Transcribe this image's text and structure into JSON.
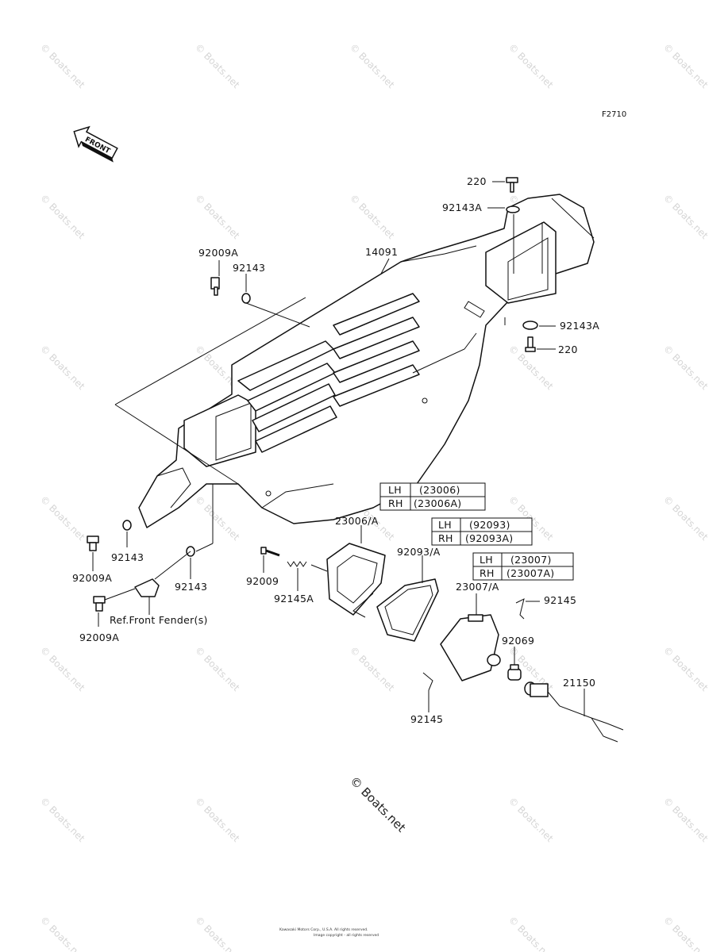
{
  "diagram": {
    "ref_code": "F2710",
    "front_arrow_text": "FRONT",
    "watermark_text": "© Boats.net",
    "center_watermark_text": "© Boats.net",
    "copyright_line1": "Kawasaki Motors Corp., U.S.A. All rights reserved.",
    "copyright_line2": "Image copyright - all rights reserved"
  },
  "callouts": {
    "p220_top": "220",
    "p92143A_top": "92143A",
    "p92009A_top": "92009A",
    "p92143_top": "92143",
    "p14091": "14091",
    "p92143A_bottom": "92143A",
    "p220_bottom": "220",
    "p92143_left": "92143",
    "p92009A_left": "92009A",
    "p92143_mid": "92143",
    "p92009A_bottom": "92009A",
    "p92009": "92009",
    "p92145A": "92145A",
    "p23006A": "23006/A",
    "p92093A": "92093/A",
    "p23007A": "23007/A",
    "p92145_right": "92145",
    "p92069": "92069",
    "p21150": "21150",
    "p92145_bottom": "92145",
    "ref_front_fender": "Ref.Front Fender(s)"
  },
  "tables": [
    {
      "rows": [
        {
          "side": "LH",
          "part": "(23006)"
        },
        {
          "side": "RH",
          "part": "(23006A)"
        }
      ]
    },
    {
      "rows": [
        {
          "side": "LH",
          "part": "(92093)"
        },
        {
          "side": "RH",
          "part": "(92093A)"
        }
      ]
    },
    {
      "rows": [
        {
          "side": "LH",
          "part": "(23007)"
        },
        {
          "side": "RH",
          "part": "(23007A)"
        }
      ]
    }
  ]
}
